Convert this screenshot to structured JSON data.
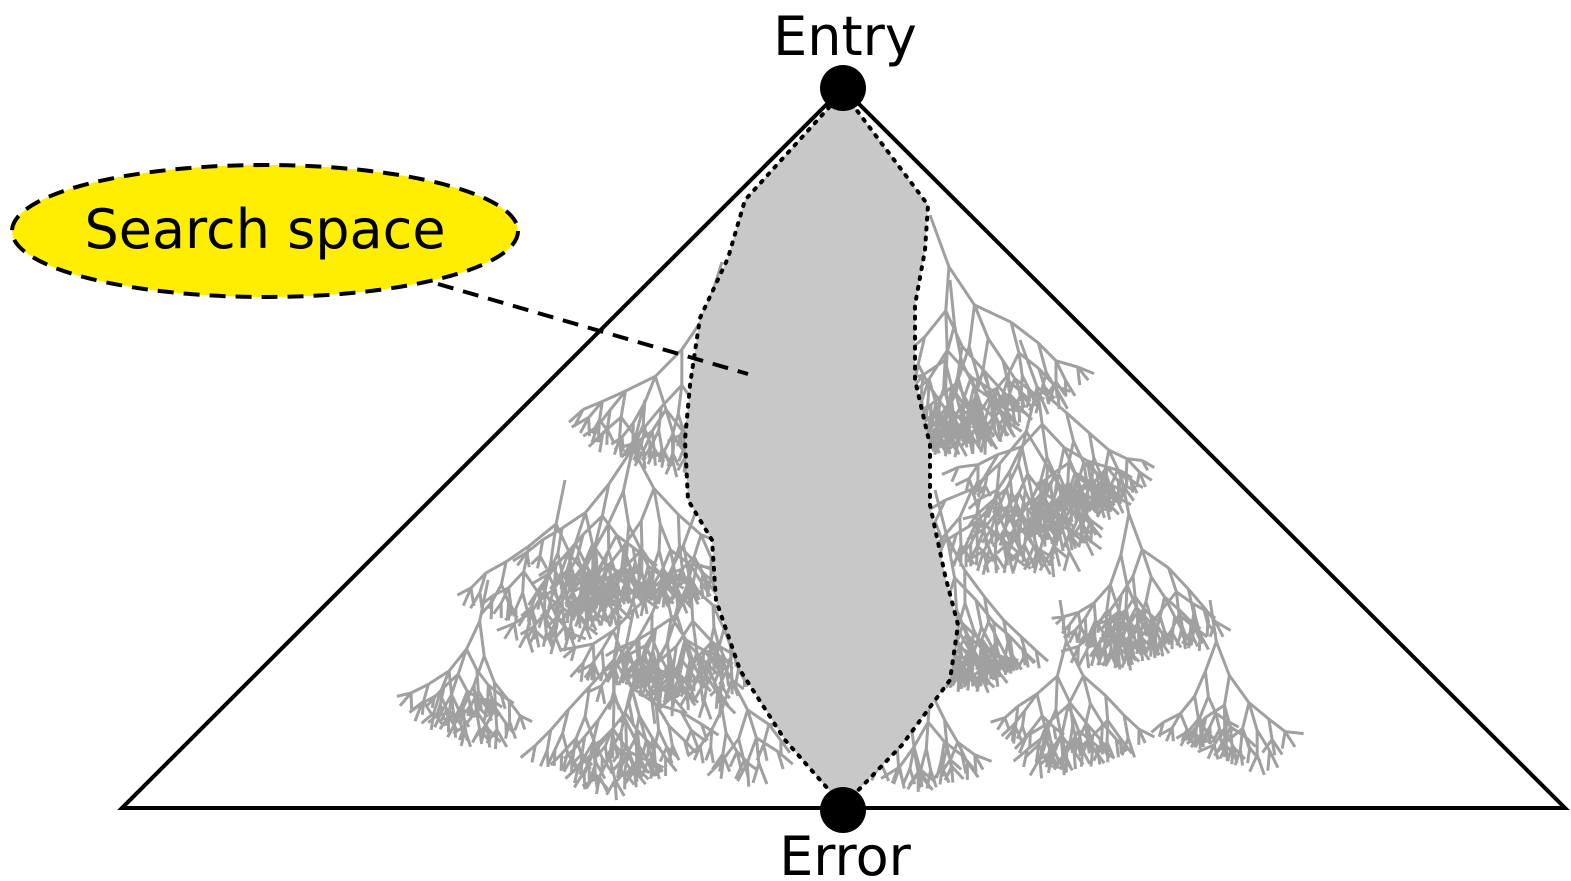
{
  "labels": {
    "entry": "Entry",
    "error": "Error",
    "search_space": "Search space"
  },
  "colors": {
    "outline": "#000000",
    "search_region_fill": "#c8c8c8",
    "branch_stroke": "#a0a0a0",
    "callout_fill": "#ffee00"
  }
}
